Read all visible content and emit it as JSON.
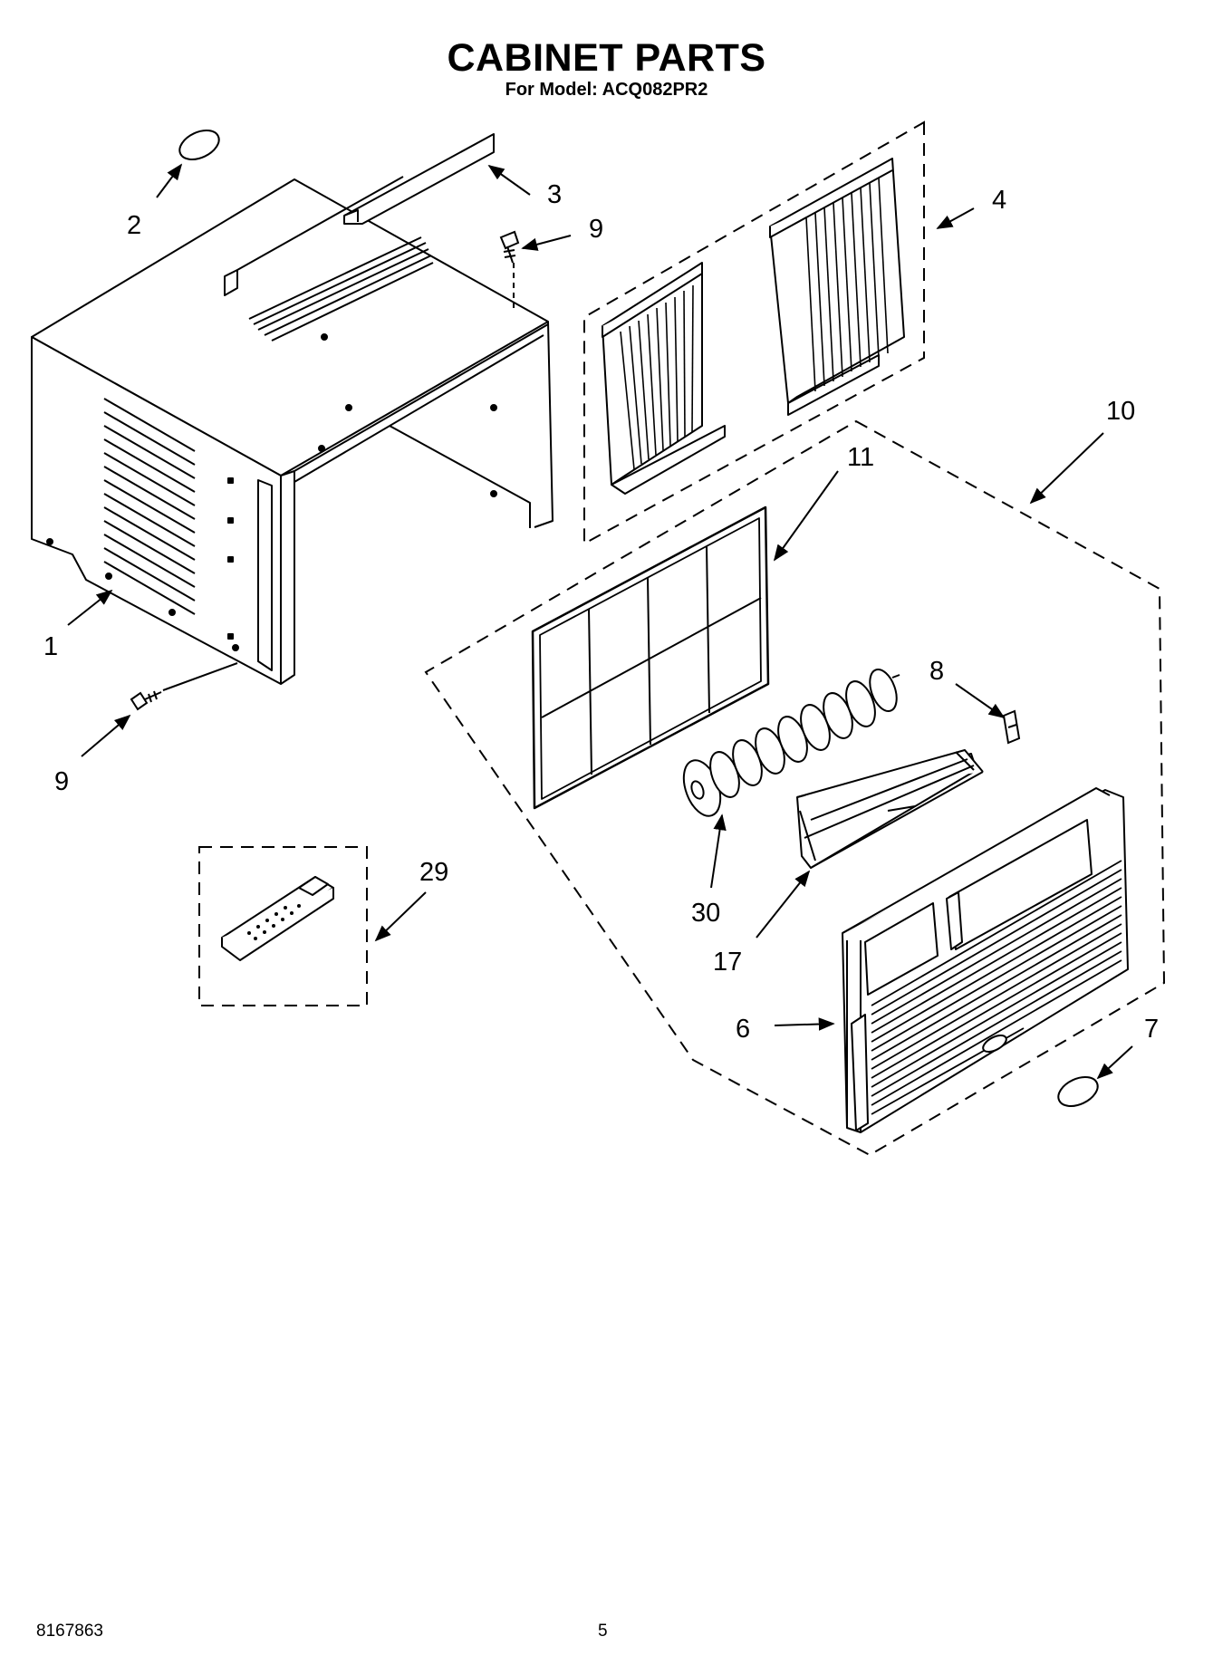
{
  "header": {
    "title": "CABINET PARTS",
    "subtitle": "For Model: ACQ082PR2"
  },
  "callouts": {
    "c1": "1",
    "c2": "2",
    "c3": "3",
    "c4": "4",
    "c6": "6",
    "c7": "7",
    "c8": "8",
    "c9a": "9",
    "c9b": "9",
    "c10": "10",
    "c11": "11",
    "c17": "17",
    "c29": "29",
    "c30": "30"
  },
  "footer": {
    "doc_number": "8167863",
    "page_number": "5"
  }
}
